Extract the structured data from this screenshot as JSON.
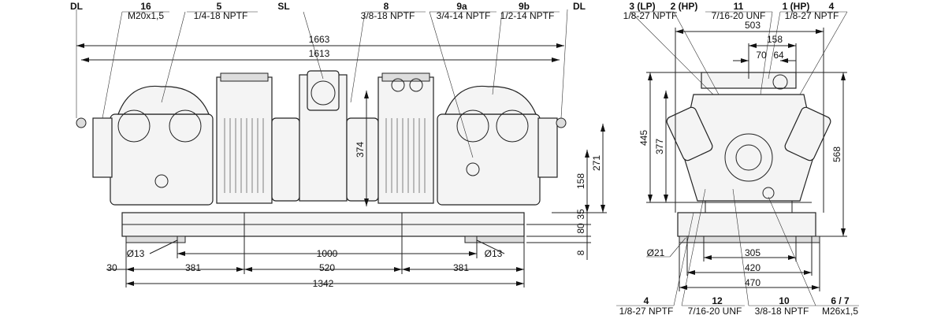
{
  "front_view": {
    "callouts": [
      {
        "id": "DL",
        "spec": ""
      },
      {
        "id": "16",
        "spec": "M20x1,5"
      },
      {
        "id": "5",
        "spec": "1/4-18 NPTF"
      },
      {
        "id": "SL",
        "spec": ""
      },
      {
        "id": "8",
        "spec": "3/8-18 NPTF"
      },
      {
        "id": "9a",
        "spec": "3/4-14 NPTF"
      },
      {
        "id": "9b",
        "spec": "1/2-14 NPTF"
      },
      {
        "id": "DL",
        "spec": ""
      }
    ],
    "dimensions": {
      "overall": "1663",
      "dl_span": "1613",
      "height_sl": "374",
      "h271": "271",
      "h158": "158",
      "h35": "35",
      "h80": "80",
      "h8": "8",
      "hole_left": "Ø13",
      "hole_right": "Ø13",
      "foot_span": "1000",
      "offset": "30",
      "left": "381",
      "middle": "520",
      "right": "381",
      "base": "1342"
    }
  },
  "side_view": {
    "top_callouts": [
      {
        "id": "3 (LP)",
        "spec": "1/8-27 NPTF"
      },
      {
        "id": "2 (HP)",
        "spec": ""
      },
      {
        "id": "11",
        "spec": "7/16-20 UNF"
      },
      {
        "id": "1 (HP)",
        "spec": "1/8-27 NPTF"
      },
      {
        "id": "4",
        "spec": ""
      }
    ],
    "bottom_callouts": [
      {
        "id": "4",
        "spec": "1/8-27 NPTF"
      },
      {
        "id": "12",
        "spec": "7/16-20 UNF"
      },
      {
        "id": "10",
        "spec": "3/8-18 NPTF"
      },
      {
        "id": "6 / 7",
        "spec": "M26x1,5"
      }
    ],
    "dimensions": {
      "width": "503",
      "w158": "158",
      "w70": "70",
      "w64": "64",
      "h445": "445",
      "h377": "377",
      "h568": "568",
      "hole": "Ø21",
      "w305": "305",
      "w420": "420",
      "w470": "470"
    }
  }
}
